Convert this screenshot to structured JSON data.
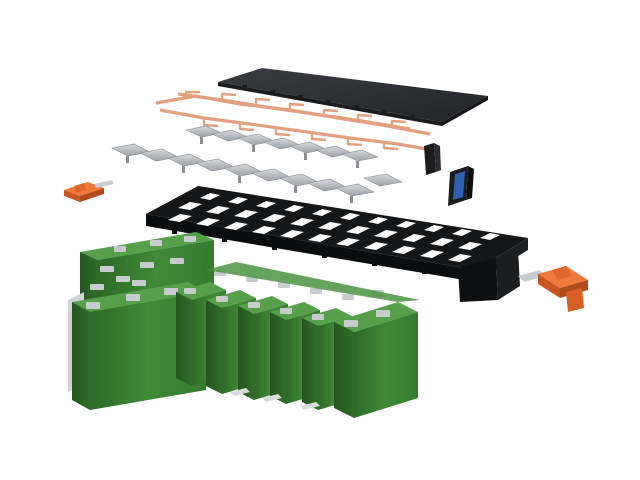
{
  "scene": {
    "subject": "exploded-view-battery-module",
    "colors": {
      "background": "#ffffff",
      "cover_plate": "#2f3135",
      "copper_busbar": "#e3a07f",
      "nickel_connector": "#b9bcbf",
      "bracket_frame": "#151617",
      "cell_green": "#3f8a35",
      "cell_green_dark": "#2c6a27",
      "cell_green_top": "#56a04a",
      "terminal": "#c9cccf",
      "connector_orange": "#e0662a",
      "connector_blue": "#2f5fb0",
      "connector_black": "#1b1c1e"
    },
    "components": [
      {
        "name": "top-cover-plate",
        "icon": "cover-plate-icon"
      },
      {
        "name": "flexible-circuit-busbar",
        "icon": "busbar-icon"
      },
      {
        "name": "nickel-connector-strips",
        "icon": "connector-strip-icon"
      },
      {
        "name": "cell-holder-bracket",
        "icon": "bracket-icon"
      },
      {
        "name": "prismatic-cell-stack",
        "icon": "battery-cell-icon"
      },
      {
        "name": "orange-terminal-connectors",
        "icon": "terminal-connector-icon"
      },
      {
        "name": "blue-signal-connector",
        "icon": "signal-connector-icon"
      }
    ]
  }
}
